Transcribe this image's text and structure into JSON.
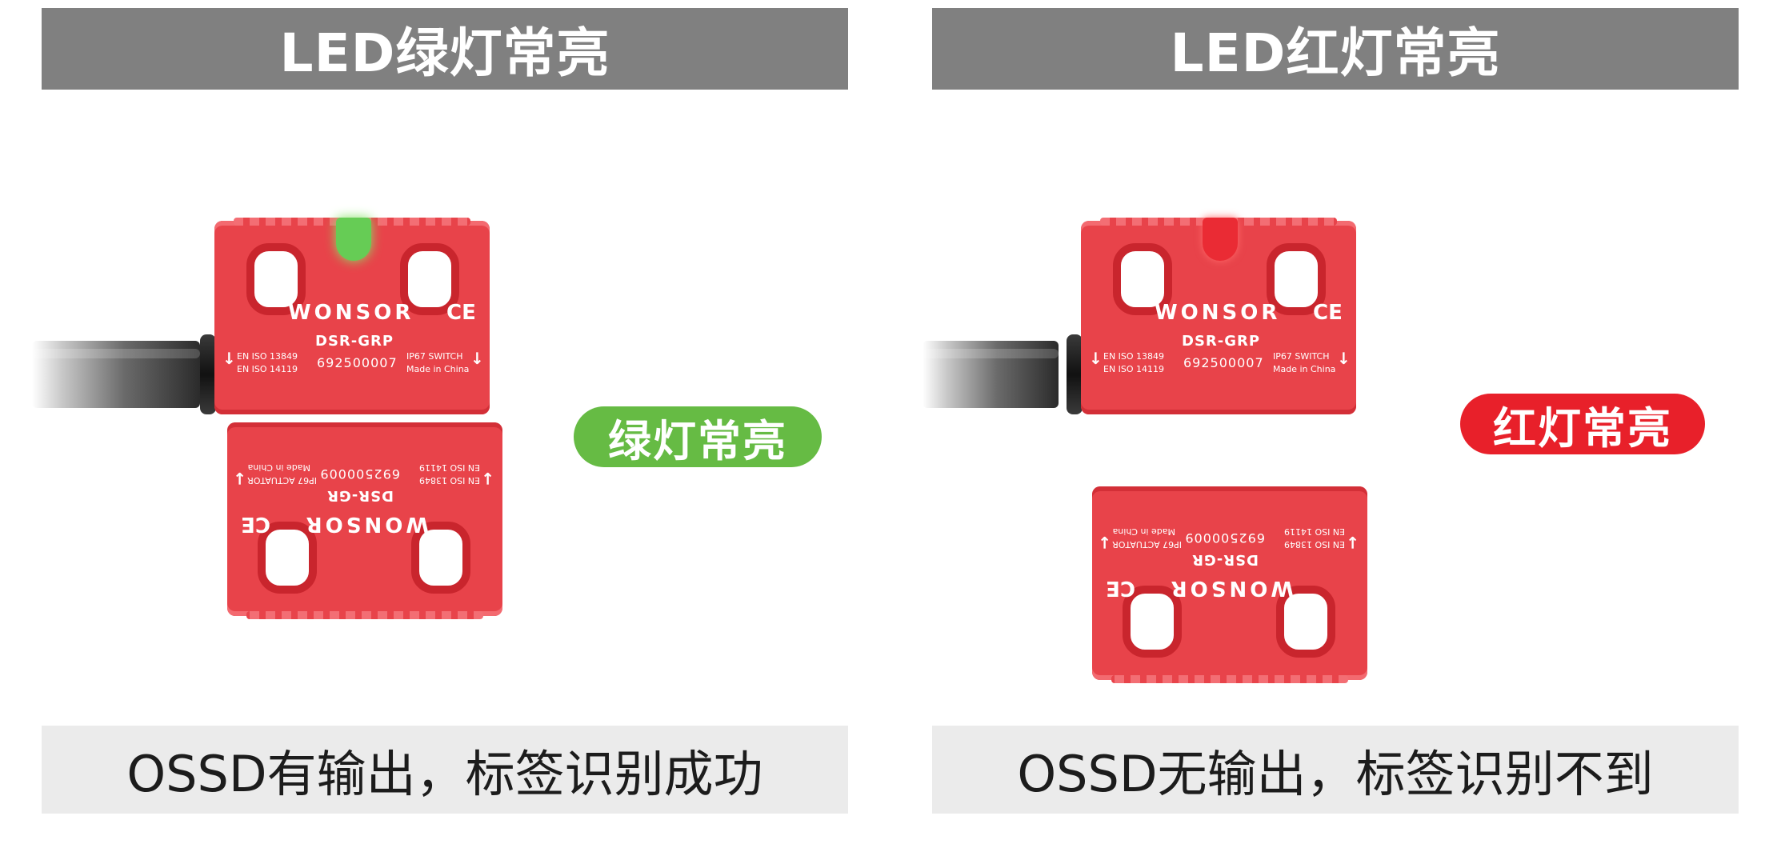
{
  "left": {
    "header": "LED绿灯常亮",
    "pill": "绿灯常亮",
    "footer": "OSSD有输出，标签识别成功",
    "led_color": "#66cc55",
    "pill_color": "#66bb44"
  },
  "right": {
    "header": "LED红灯常亮",
    "pill": "红灯常亮",
    "footer": "OSSD无输出，标签识别不到",
    "led_color": "#ea2b34",
    "pill_color": "#e8202a"
  },
  "sensor": {
    "brand": "WONSOR",
    "ce": "CE",
    "model": "DSR-GRP",
    "code": "692500007",
    "std_line1": "EN ISO 13849",
    "std_line2": "EN ISO 14119",
    "rating": "IP67 SWITCH",
    "origin": "Made in China"
  },
  "actuator": {
    "brand": "WONSOR",
    "ce": "CE",
    "model": "DSR-GR",
    "code": "692500009",
    "std_line1": "EN ISO 13849",
    "std_line2": "EN ISO 14119",
    "rating": "IP67 ACTUATOR",
    "origin": "Made in China"
  },
  "colors": {
    "header_bg": "#808080",
    "footer_bg": "#ebebeb",
    "device_red": "#e8434a"
  }
}
